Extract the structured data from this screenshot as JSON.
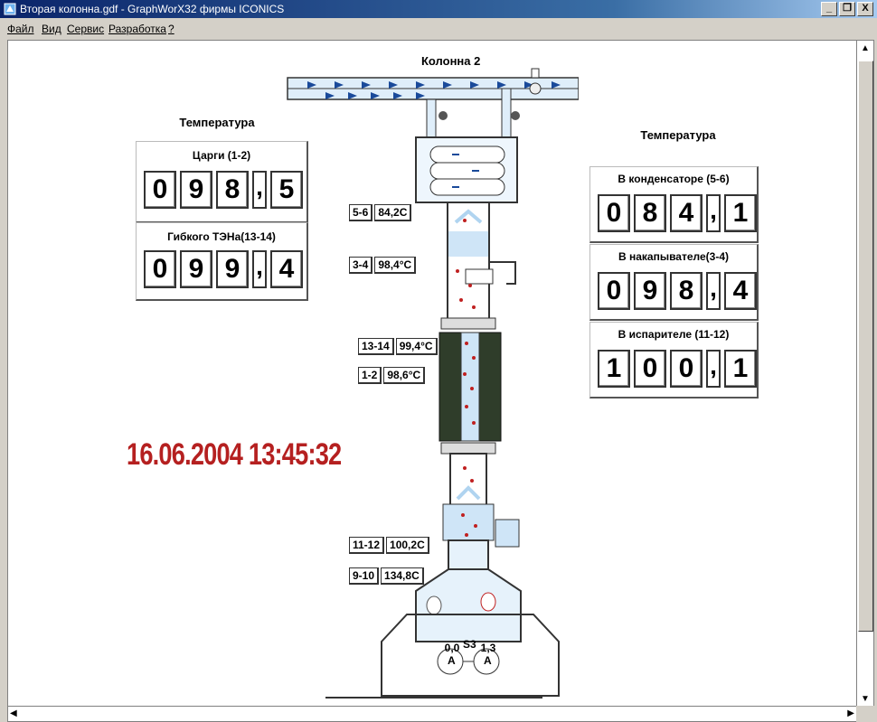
{
  "window": {
    "title": "Вторая колонна.gdf - GraphWorX32 фирмы ICONICS",
    "buttons": {
      "minimize": "_",
      "restore": "ʃ",
      "close": "X"
    }
  },
  "menu": [
    "Файл",
    "Вид",
    "Сервис",
    "Разработка",
    "?"
  ],
  "diagram_title": "Колонна 2",
  "left_panel": {
    "heading": "Температура",
    "items": [
      {
        "label": "Царги (1-2)",
        "digits": [
          "0",
          "9",
          "8"
        ],
        "decimal": "5"
      },
      {
        "label": "Гибкого ТЭНа(13-14)",
        "digits": [
          "0",
          "9",
          "9"
        ],
        "decimal": "4"
      }
    ]
  },
  "right_panel": {
    "heading": "Температура",
    "items": [
      {
        "label": "В конденсаторе (5-6)",
        "digits": [
          "0",
          "8",
          "4"
        ],
        "decimal": "1"
      },
      {
        "label": "В накапывателе(3-4)",
        "digits": [
          "0",
          "9",
          "8"
        ],
        "decimal": "4"
      },
      {
        "label": "В испарителе (11-12)",
        "digits": [
          "1",
          "0",
          "0"
        ],
        "decimal": "1"
      }
    ]
  },
  "datetime": "16.06.2004 13:45:32",
  "sensors": [
    {
      "id": "5-6",
      "value": "84,2",
      "unit": "C"
    },
    {
      "id": "3-4",
      "value": "98,4",
      "unit": "°C"
    },
    {
      "id": "13-14",
      "value": "99,4",
      "unit": "°C"
    },
    {
      "id": "1-2",
      "value": "98,6",
      "unit": "°C"
    },
    {
      "id": "11-12",
      "value": "100,2",
      "unit": "C"
    },
    {
      "id": "9-10",
      "value": "134,8",
      "unit": "C"
    }
  ],
  "switch_label": "S3",
  "meters": [
    {
      "value": "0,0",
      "unit": "A"
    },
    {
      "value": "1,3",
      "unit": "A"
    }
  ],
  "colors": {
    "datetime": "#b52020",
    "steam_dots": "#c02020",
    "water": "#5aa9e6",
    "heater": "#2f3d2a"
  }
}
